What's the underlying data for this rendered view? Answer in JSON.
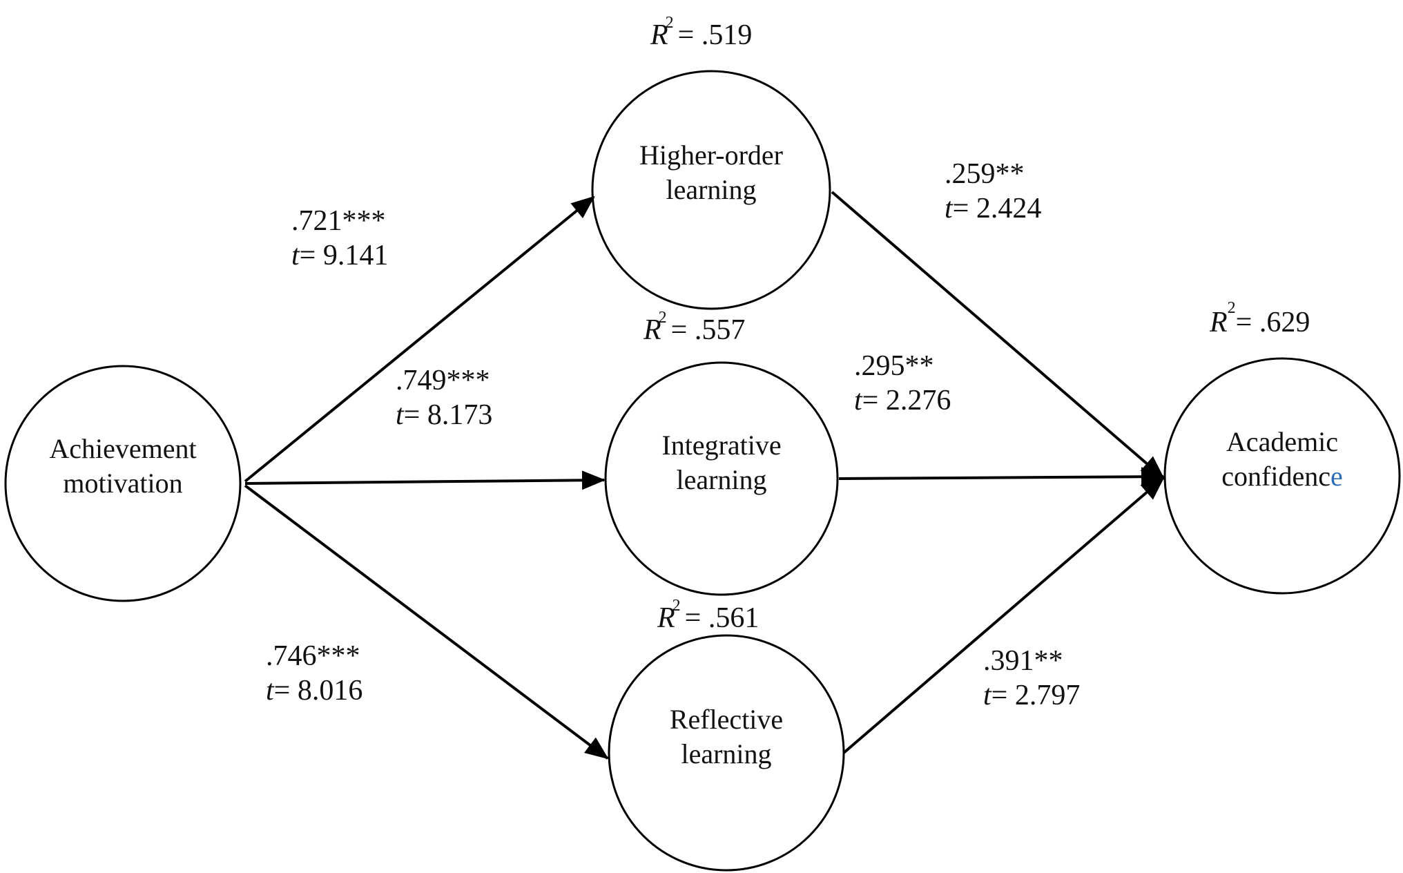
{
  "nodes": {
    "achievement": {
      "line1": "Achievement",
      "line2": "motivation"
    },
    "higher_order": {
      "line1": "Higher-order",
      "line2": "learning",
      "r2_label": "R",
      "r2_sup": "2",
      "r2_value": "= .519"
    },
    "integrative": {
      "line1": "Integrative",
      "line2": "learning",
      "r2_label": "R",
      "r2_sup": "2",
      "r2_value": "= .557"
    },
    "reflective": {
      "line1": "Reflective",
      "line2": "learning",
      "r2_label": "R",
      "r2_sup": "2",
      "r2_value": "= .561"
    },
    "academic": {
      "line1": "Academic",
      "line2_main": "confidenc",
      "line2_tail": "e",
      "r2_label": "R",
      "r2_sup": "2",
      "r2_value": "= .629"
    }
  },
  "paths": {
    "am_hol": {
      "coef": ".721***",
      "t_label": "t",
      "t_value": "= 9.141"
    },
    "am_il": {
      "coef": ".749***",
      "t_label": "t",
      "t_value": "= 8.173"
    },
    "am_rl": {
      "coef": ".746***",
      "t_label": "t",
      "t_value": "= 8.016"
    },
    "hol_ac": {
      "coef": ".259**",
      "t_label": "t",
      "t_value": "= 2.424"
    },
    "il_ac": {
      "coef": ".295**",
      "t_label": "t",
      "t_value": "= 2.276"
    },
    "rl_ac": {
      "coef": ".391**",
      "t_label": "t",
      "t_value": "= 2.797"
    }
  },
  "colors": {
    "stroke": "#000000",
    "accent_letter": "#2e6db4"
  }
}
